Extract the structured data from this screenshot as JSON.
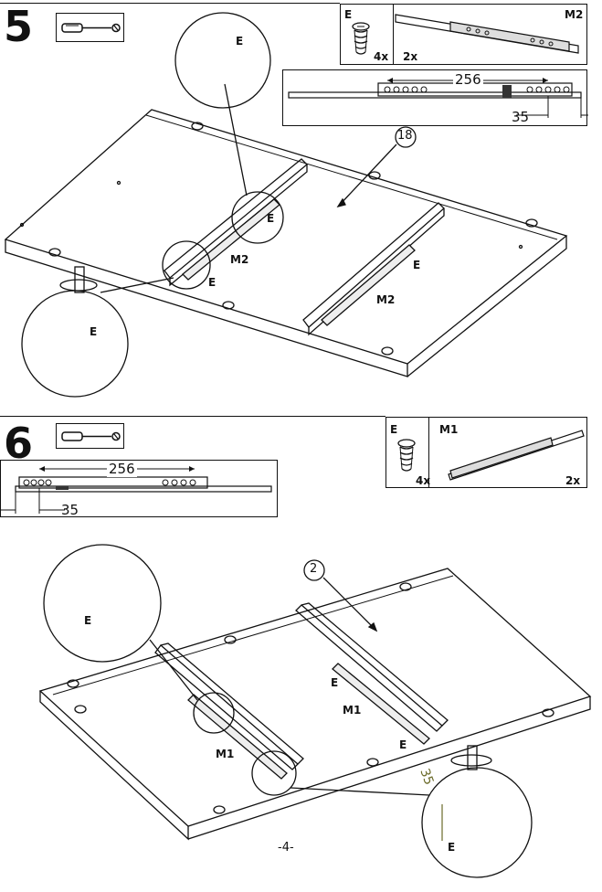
{
  "steps": [
    {
      "number": "5",
      "screw_label": "E",
      "screw_qty": "4x",
      "runner_label": "M2",
      "runner_qty": "2x",
      "dim_spacing": "256",
      "dim_offset": "35",
      "panel_ref": "18",
      "callouts": [
        "E",
        "M2",
        "E",
        "E",
        "M2",
        "E",
        "E"
      ]
    },
    {
      "number": "6",
      "screw_label": "E",
      "screw_qty": "4x",
      "runner_label": "M1",
      "runner_qty": "2x",
      "dim_spacing": "256",
      "dim_offset": "35",
      "panel_ref": "2",
      "callouts": [
        "E",
        "E",
        "M1",
        "M1",
        "E",
        "E",
        "35"
      ]
    }
  ],
  "page_number": "-4-"
}
